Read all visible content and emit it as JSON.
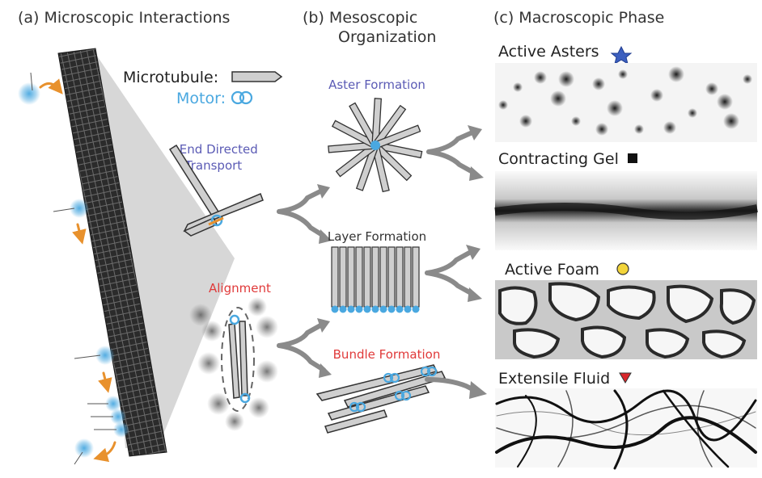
{
  "panels": {
    "a": {
      "title": "(a) Microscopic Interactions"
    },
    "b": {
      "title_line1": "(b) Mesoscopic",
      "title_line2": "Organization"
    },
    "c": {
      "title": "(c) Macroscopic Phase"
    }
  },
  "legend": {
    "microtubule": "Microtubule:",
    "motor": "Motor:"
  },
  "micro": {
    "transport_line1": "+End Directed",
    "transport_line2": "Transport",
    "alignment": "Alignment"
  },
  "meso": {
    "aster": "Aster Formation",
    "layer": "Layer Formation",
    "bundle": "Bundle Formation"
  },
  "macro": {
    "asters": "Active Asters",
    "gel": "Contracting Gel",
    "foam": "Active Foam",
    "fluid": "Extensile Fluid"
  },
  "colors": {
    "motor": "#4aa8e0",
    "blue_label": "#5b5bb5",
    "red_label": "#e03a3a",
    "arrow_orange": "#e8912d",
    "arrow_gray": "#888888",
    "gel_marker": "#111111",
    "foam_marker": "#f2d43a",
    "fluid_marker": "#d9262b"
  },
  "icons": {
    "asters_marker": "blue-star-icon",
    "gel_marker": "black-square-icon",
    "foam_marker": "yellow-circle-icon",
    "fluid_marker": "red-triangle-icon"
  }
}
